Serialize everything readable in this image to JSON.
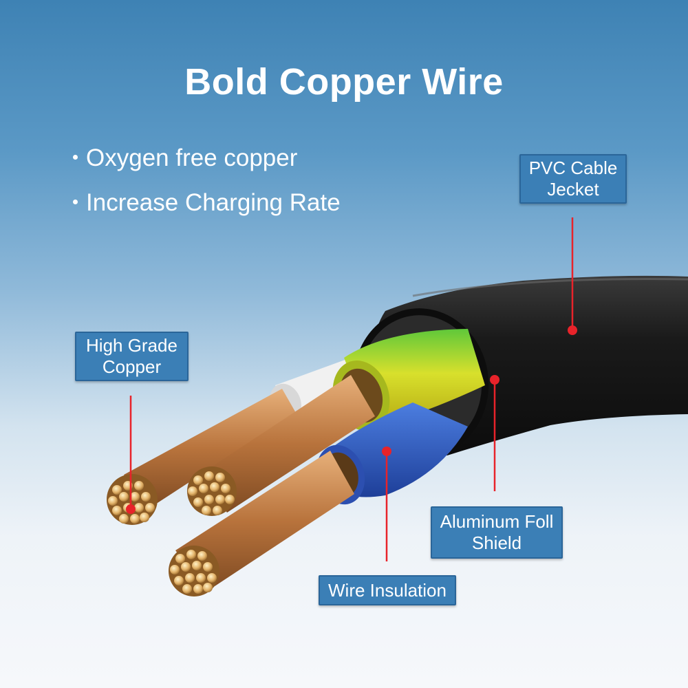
{
  "title": "Bold Copper Wire",
  "bullets": [
    "Oxygen free copper",
    "Increase Charging Rate"
  ],
  "callouts": {
    "pvc_jacket": "PVC Cable\nJecket",
    "high_grade_copper": "High Grade\nCopper",
    "aluminum_shield": "Aluminum Foll\nShield",
    "wire_insulation": "Wire Insulation"
  },
  "colors": {
    "label_bg": "#3b7fb6",
    "pointer_dot": "#e8232a",
    "jacket": "#1c1c1c",
    "copper": "#c8864e"
  }
}
